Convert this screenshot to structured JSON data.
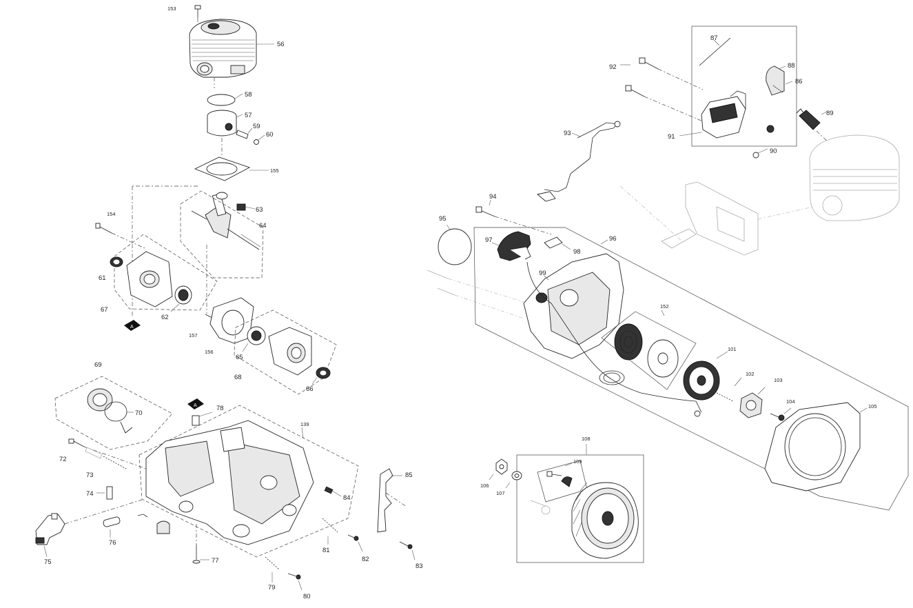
{
  "callouts": {
    "c153": "153",
    "c56": "56",
    "c58": "58",
    "c57": "57",
    "c59": "59",
    "c60": "60",
    "c155": "155",
    "c63": "63",
    "c64": "64",
    "c154": "154",
    "c61": "61",
    "c67": "67",
    "c62": "62",
    "c157": "157",
    "c156": "156",
    "c65": "65",
    "c68": "68",
    "c66": "66",
    "c69": "69",
    "c70": "70",
    "c78": "78",
    "c139": "139",
    "c72": "72",
    "c73": "73",
    "c74": "74",
    "c75": "75",
    "c76": "76",
    "c77": "77",
    "c79": "79",
    "c80": "80",
    "c81": "81",
    "c82": "82",
    "c83": "83",
    "c84": "84",
    "c85": "85",
    "c87": "87",
    "c88": "88",
    "c86": "86",
    "c92": "92",
    "c89": "89",
    "c93": "93",
    "c91": "91",
    "c90": "90",
    "c94": "94",
    "c95": "95",
    "c96": "96",
    "c97": "97",
    "c98": "98",
    "c99": "99",
    "c152": "152",
    "c101": "101",
    "c102": "102",
    "c103": "103",
    "c104": "104",
    "c105": "105",
    "c108": "108",
    "c109": "109",
    "c106": "106",
    "c107": "107"
  },
  "markers": {
    "a_top": "A",
    "a_bottom": "A"
  },
  "colors": {
    "line": "#222222",
    "background": "#ffffff",
    "faint": "#aaaaaa"
  }
}
